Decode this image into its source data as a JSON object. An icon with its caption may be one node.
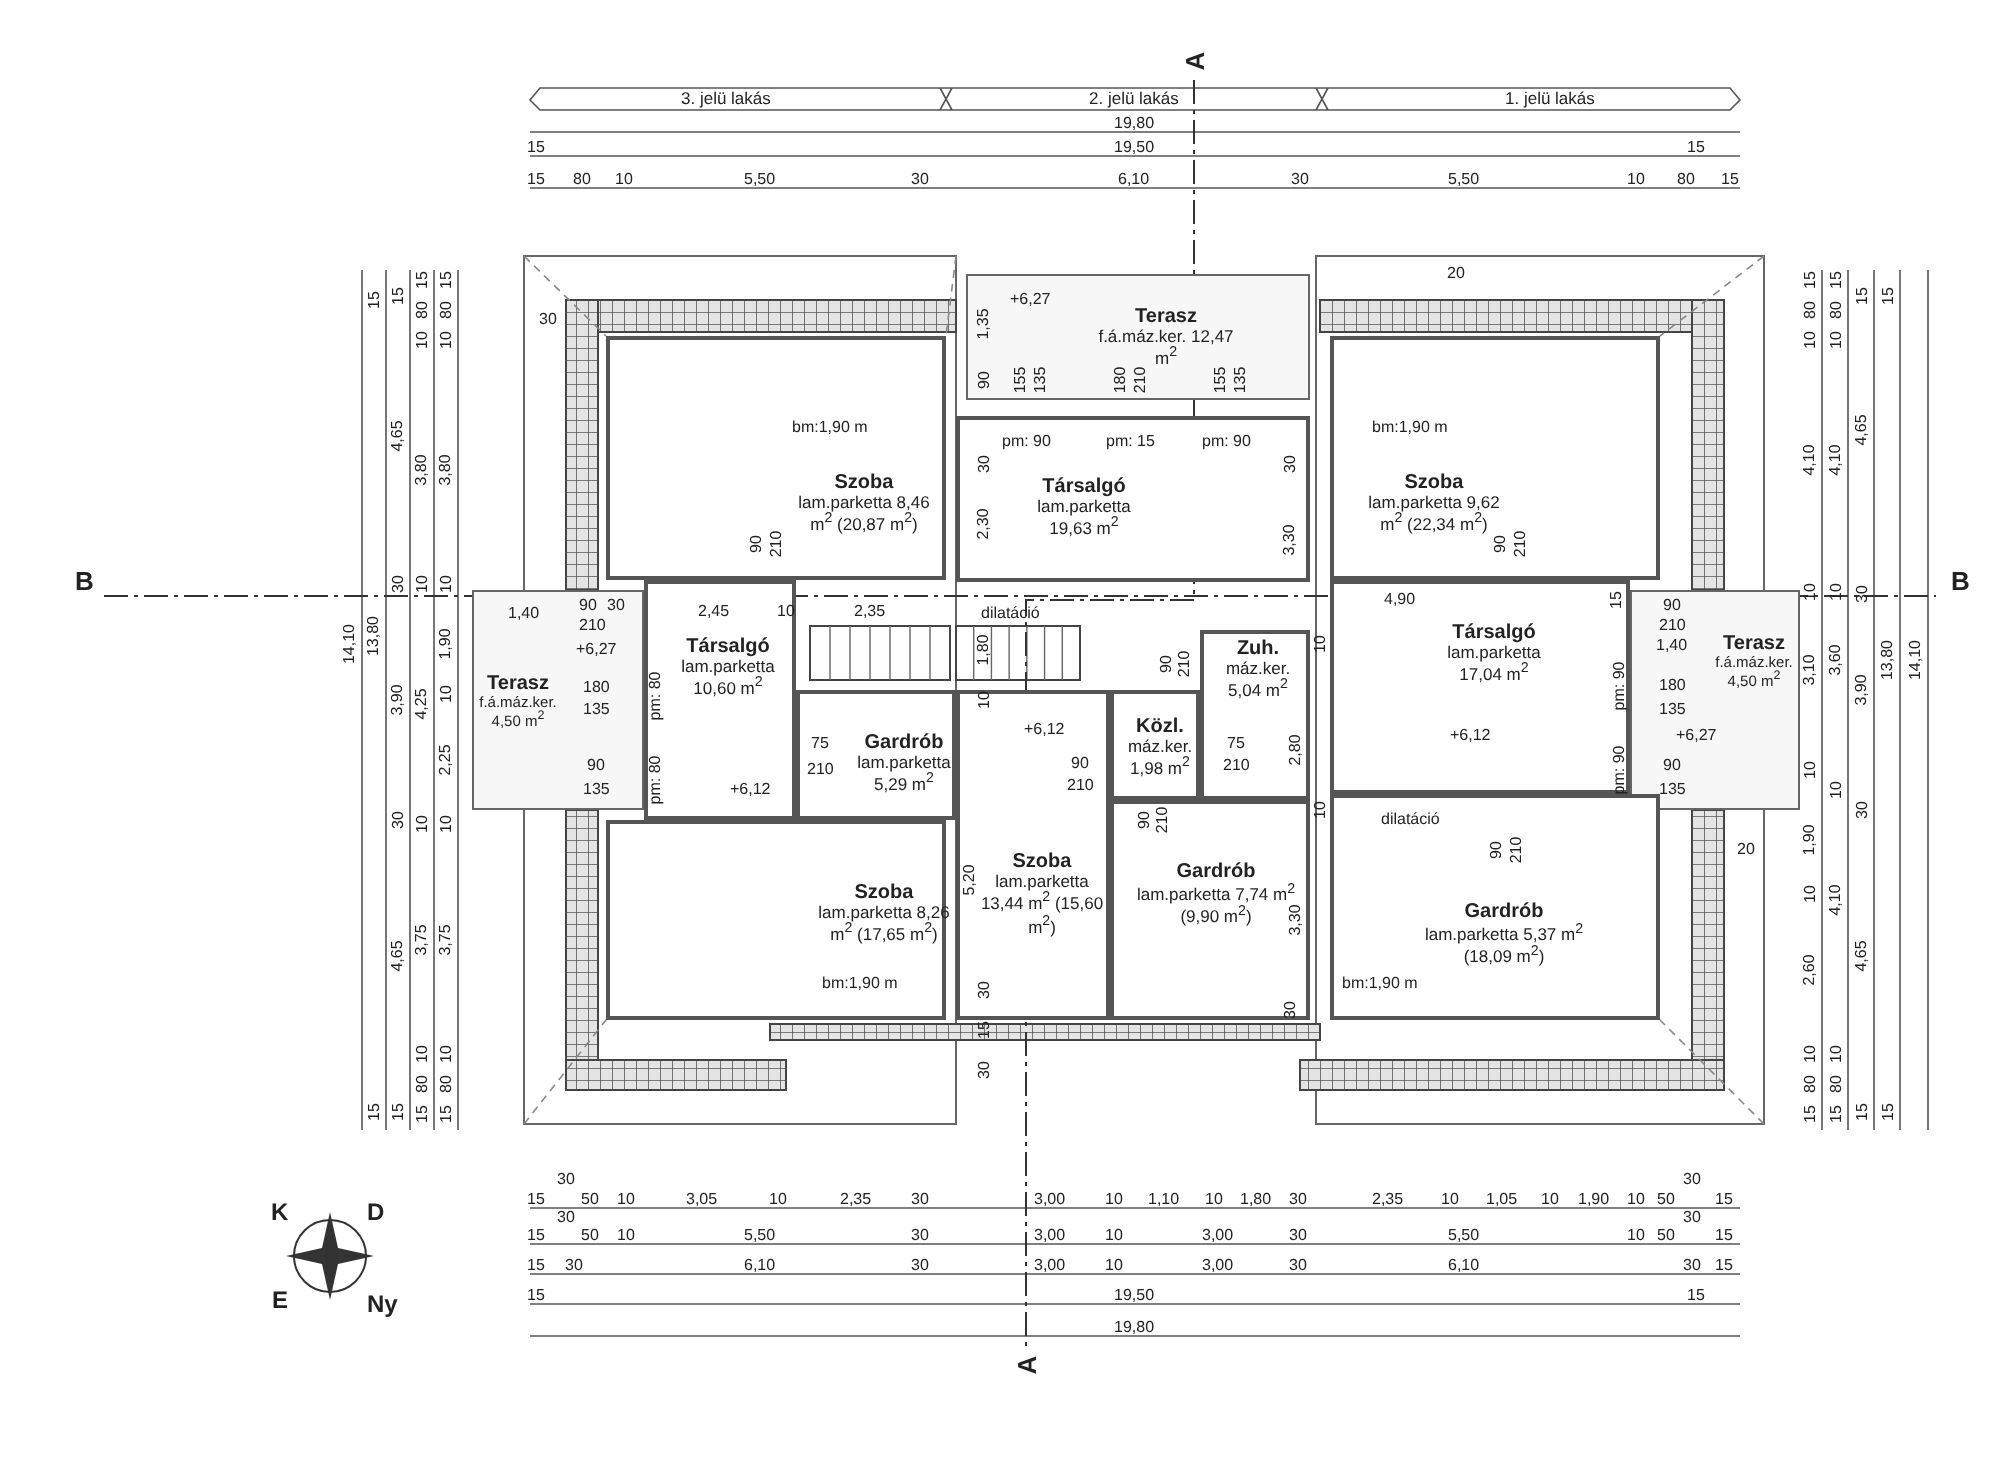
{
  "diagram": {
    "nodes": [
      {
        "text": [
          "Terasz",
          "f.á.máz.ker. 12,47 m$^{2}$"
        ]
      },
      {
        "text": [
          "Szoba",
          "lam.parketta 8,46 m$^{2}$ (20,87 m$^{2}$)"
        ]
      },
      {
        "text": [
          "Társalgó",
          "lam.parketta 19,63 m$^{2}$"
        ]
      },
      {
        "text": [
          "Szoba",
          "lam.parketta 9,62 m$^{2}$ (22,34 m$^{2}$)"
        ]
      },
      {
        "text": [
          "Terasz",
          "f.á.máz.ker. 4,50 m$^{2}$"
        ]
      },
      {
        "text": [
          "Társalgó",
          "lam.parketta 10,60 m$^{2}$"
        ]
      },
      {
        "text": [
          "Gardrób",
          "lam.parketta 5,29 m$^{2}$"
        ]
      },
      {
        "text": [
          "Zuh.",
          "máz.ker. 5,04 m$^{2}$"
        ]
      },
      {
        "text": [
          "Közl.",
          "máz.ker. 1,98 m$^{2}$"
        ]
      },
      {
        "text": [
          "Társalgó",
          "lam.parketta 17,04 m$^{2}$"
        ]
      },
      {
        "text": [
          "Terasz",
          "f.á.máz.ker. 4,50 m$^{2}$"
        ]
      },
      {
        "text": [
          "Szoba",
          "lam.parketta 8,26 m$^{2}$ (17,65 m$^{2}$)"
        ]
      },
      {
        "text": [
          "Szoba",
          "lam.parketta 13,44 m$^{2}$ (15,60 m$^{2}$)"
        ]
      },
      {
        "text": [
          "Gardrób",
          "lam.parketta 7,74 m$^{2}$ (9,90 m$^{2}$)"
        ]
      },
      {
        "text": [
          "Gardrób",
          "lam.parketta 5,37 m$^{2}$",
          "(18,09 m$^{2}$)"
        ]
      }
    ],
    "edges": [],
    "labels": [
      "3. jelü lakás",
      "2. jelü lakás",
      "1. jelü lakás",
      "A",
      "19,80",
      "15",
      "19,50",
      "15",
      "15",
      "80",
      "10",
      "5,50",
      "30",
      "6,10",
      "30",
      "5,50",
      "10",
      "80",
      "15",
      "14,10",
      "15",
      "13,80",
      "15",
      "15",
      "4,65",
      "30",
      "3,90",
      "30",
      "4,65",
      "15",
      "15",
      "80",
      "10",
      "3,80",
      "10",
      "4,25",
      "10",
      "3,75",
      "10",
      "80",
      "15",
      "15",
      "80",
      "10",
      "3,80",
      "10",
      "1,90",
      "10",
      "2,25",
      "10",
      "3,75",
      "10",
      "80",
      "15",
      "B",
      "15",
      "80",
      "10",
      "4,10",
      "10",
      "3,10",
      "10",
      "1,90",
      "10",
      "2,60",
      "10",
      "80",
      "15",
      "15",
      "80",
      "10",
      "4,10",
      "10",
      "3,60",
      "10",
      "4,10",
      "10",
      "80",
      "15",
      "15",
      "4,65",
      "30",
      "3,90",
      "30",
      "4,65",
      "15",
      "15",
      "13,80",
      "15",
      "14,10",
      "B",
      "+6,27",
      "1,35",
      "90",
      "155",
      "135",
      "180",
      "210",
      "155",
      "135",
      "pm: 90",
      "pm: 15",
      "pm: 90",
      "30",
      "2,30",
      "30",
      "3,30",
      "bm:1,90 m",
      "bm:1,90 m",
      "90",
      "210",
      "1,40",
      "90",
      "30",
      "210",
      "+6,27",
      "180",
      "135",
      "90",
      "135",
      "2,45",
      "10",
      "2,35",
      "pm: 80",
      "pm: 80",
      "+6,12",
      "75",
      "210",
      "dilatáció",
      "1,80",
      "10",
      "+6,12",
      "5,20",
      "90",
      "210",
      "90",
      "210",
      "75",
      "210",
      "2,80",
      "10",
      "10",
      "90",
      "210",
      "3,30",
      "30",
      "15",
      "30",
      "30",
      "90",
      "210",
      "4,90",
      "15",
      "90",
      "210",
      "1,40",
      "+6,12",
      "pm: 90",
      "pm: 90",
      "180",
      "135",
      "+6,27",
      "90",
      "135",
      "dilatáció",
      "90",
      "210",
      "bm:1,90 m",
      "bm:1,90 m",
      "30",
      "20",
      "20",
      "15",
      "30",
      "50",
      "30",
      "10",
      "3,05",
      "10",
      "2,35",
      "30",
      "3,00",
      "10",
      "1,10",
      "10",
      "1,80",
      "30",
      "2,35",
      "10",
      "1,05",
      "10",
      "1,90",
      "10",
      "50",
      "30",
      "30",
      "15",
      "15",
      "50",
      "10",
      "5,50",
      "30",
      "3,00",
      "10",
      "3,00",
      "30",
      "5,50",
      "10",
      "50",
      "15",
      "15",
      "30",
      "6,10",
      "30",
      "3,00",
      "10",
      "3,00",
      "30",
      "6,10",
      "30",
      "15",
      "15",
      "19,50",
      "15",
      "19,80",
      "A",
      "K",
      "D",
      "E",
      "Ny"
    ]
  }
}
